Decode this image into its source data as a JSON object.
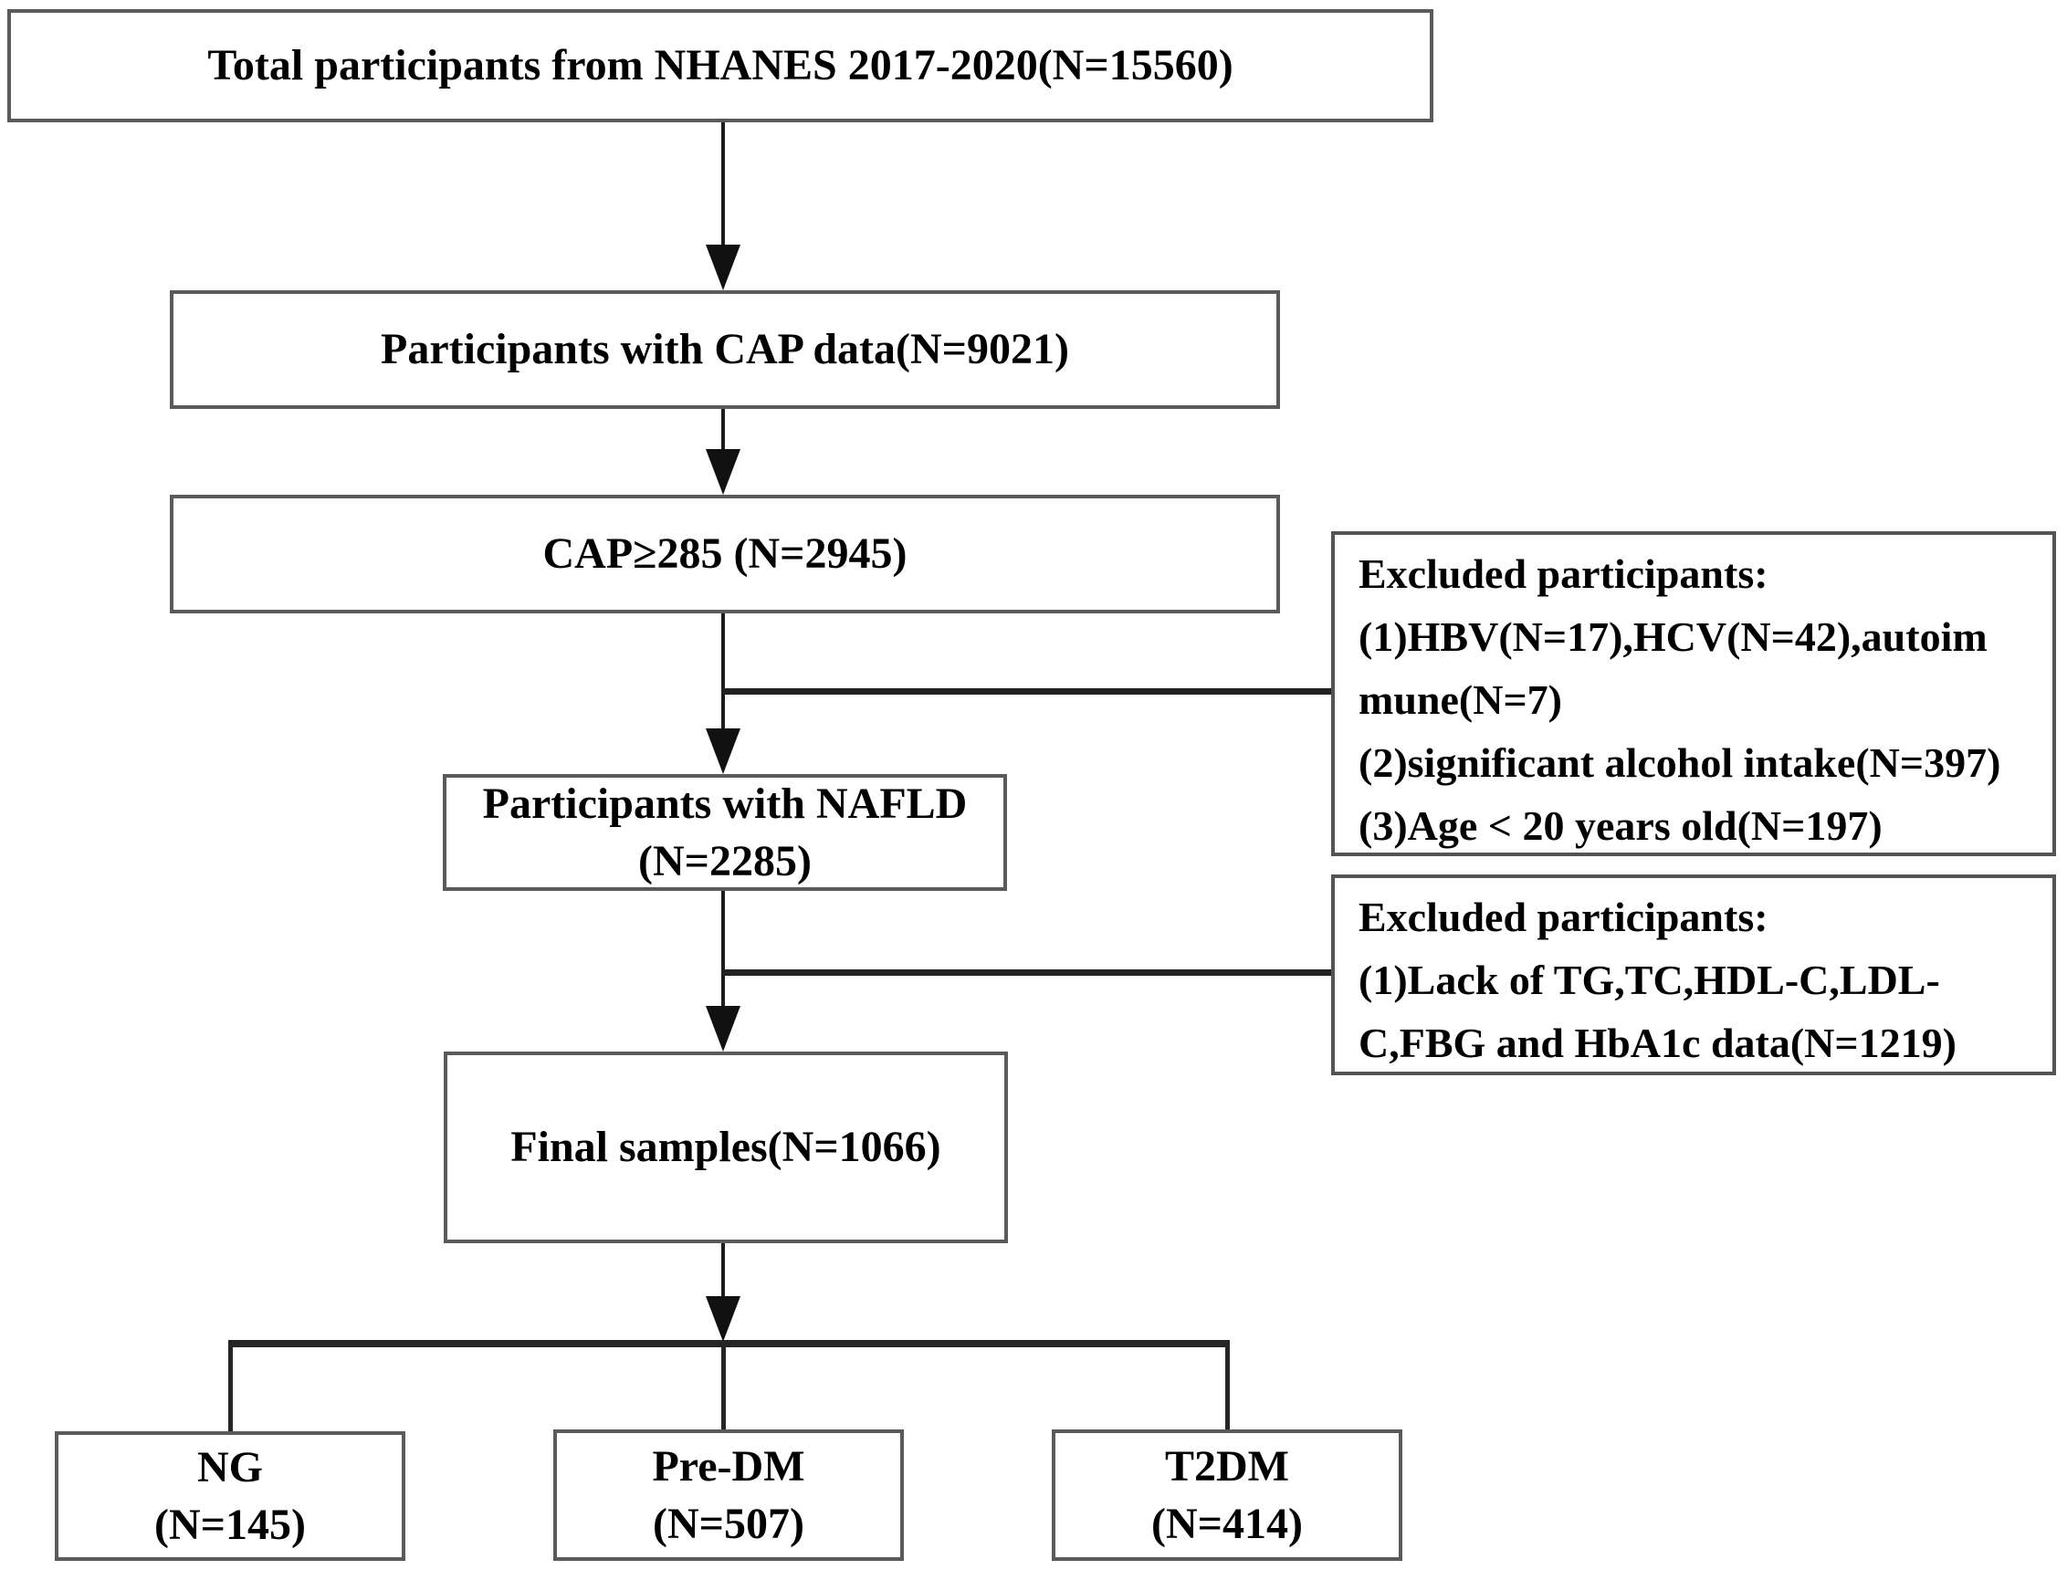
{
  "figure": {
    "type": "participant-flow-diagram",
    "background": "#ffffff",
    "colors": {
      "box_border": "#5a5a5a",
      "connector_line": "#1c1c1c",
      "arrowhead": "#111111",
      "text": "#000000"
    },
    "boxes": {
      "total": {
        "text": "Total participants from NHANES 2017-2020(N=15560)"
      },
      "cap_data": {
        "text": "Participants with CAP data(N=9021)"
      },
      "cap_285": {
        "text": "CAP≥285  (N=2945)"
      },
      "nafld": {
        "text": "Participants with NAFLD\n(N=2285)"
      },
      "final": {
        "text": "Final samples(N=1066)"
      },
      "ng": {
        "text": "NG\n(N=145)"
      },
      "pre_dm": {
        "text": "Pre-DM\n(N=507)"
      },
      "t2dm": {
        "text": "T2DM\n(N=414)"
      },
      "excluded1": {
        "text": "Excluded participants:\n(1)HBV(N=17),HCV(N=42),autoim\nmune(N=7)\n(2)significant alcohol intake(N=397)\n(3)Age < 20 years old(N=197)"
      },
      "excluded2": {
        "text": "Excluded participants:\n(1)Lack of TG,TC,HDL-C,LDL-\nC,FBG and HbA1c data(N=1219)"
      }
    }
  }
}
